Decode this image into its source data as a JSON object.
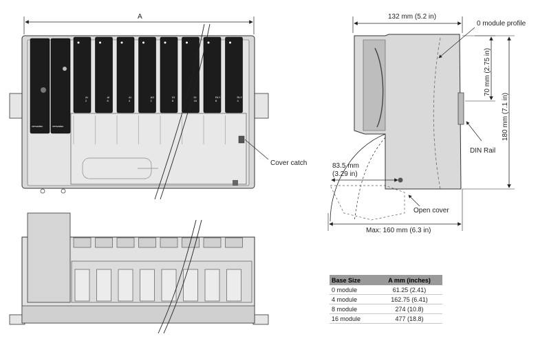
{
  "labels": {
    "width_a": "A",
    "depth_132": "132 mm (5.2 in)",
    "zero_module_profile": "0 module profile",
    "height_70": "70 mm (2.75 in)",
    "height_180": "180 mm (7.1 in)",
    "din_rail": "DIN Rail",
    "cover_catch": "Cover catch",
    "depth_83_line1": "83.5 mm",
    "depth_83_line2": "(3.29 in)",
    "open_cover": "Open cover",
    "max_160": "Max: 160 mm (6.3 in)"
  },
  "modules": {
    "brand": "versadac",
    "slots": [
      {
        "name": "AI",
        "sub": "2"
      },
      {
        "name": "AI",
        "sub": "8"
      },
      {
        "name": "AI",
        "sub": "4"
      },
      {
        "name": "AO",
        "sub": "2"
      },
      {
        "name": "DI",
        "sub": "8"
      },
      {
        "name": "DI",
        "sub": "16"
      },
      {
        "name": "RLY",
        "sub": "8"
      },
      {
        "name": "RLY",
        "sub": "4"
      }
    ]
  },
  "table": {
    "headers": [
      "Base Size",
      "A  mm (inches)"
    ],
    "rows": [
      [
        "0 module",
        "61.25 (2.41)"
      ],
      [
        "4 module",
        "162.75 (6.41)"
      ],
      [
        "8 module",
        "274 (10.8)"
      ],
      [
        "16 module",
        "477 (18.8)"
      ]
    ]
  }
}
